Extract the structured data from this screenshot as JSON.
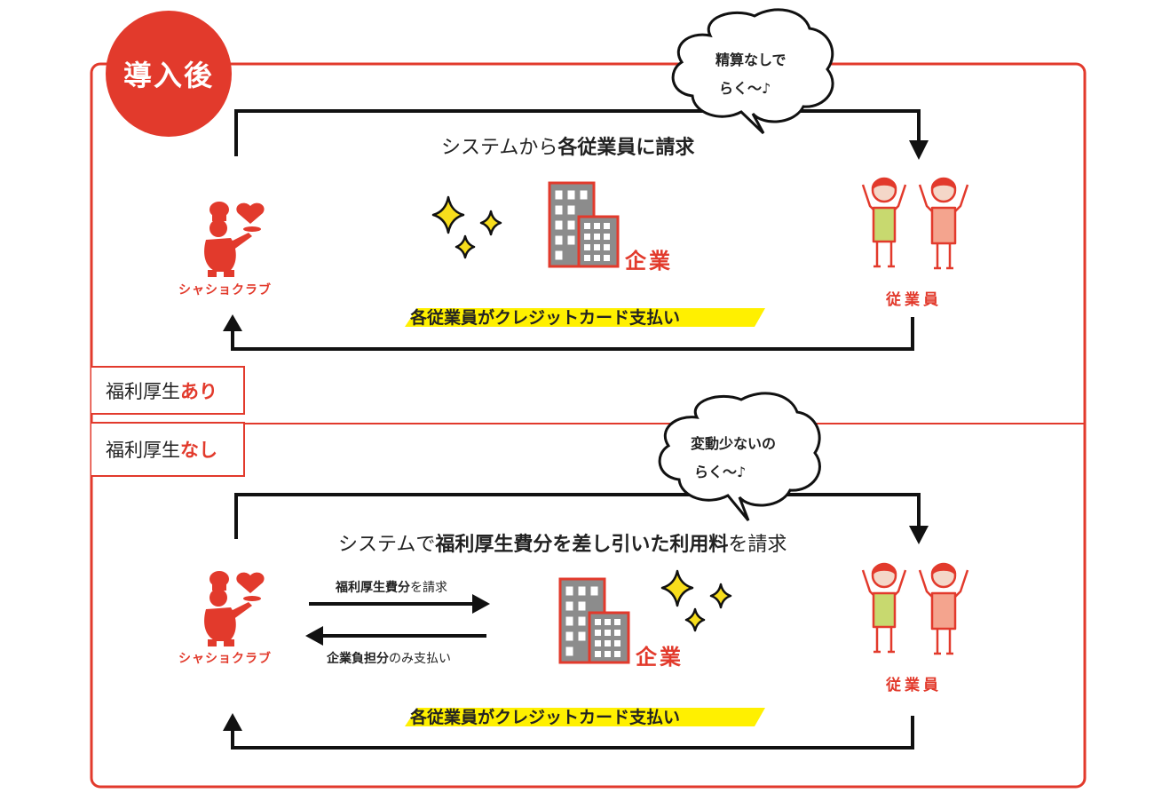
{
  "badge": "導入後",
  "sections": {
    "with_welfare": {
      "tab_prefix": "福利厚生",
      "tab_highlight": "あり",
      "bubble_line1": "精算なしで",
      "bubble_line2": "らく〜♪",
      "caption_plain": "システムから",
      "caption_bold": "各従業員に請求",
      "company_label": "企業",
      "employee_label": "従業員",
      "logo_text": "シャショクラブ",
      "payment_label": "各従業員がクレジットカード支払い"
    },
    "without_welfare": {
      "tab_prefix": "福利厚生",
      "tab_highlight": "なし",
      "bubble_line1": "変動少ないの",
      "bubble_line2": "らく〜♪",
      "caption_plain_1": "システムで",
      "caption_bold": "福利厚生費分を差し引いた利用料",
      "caption_plain_2": "を請求",
      "arrow_right_bold": "福利厚生費分",
      "arrow_right_plain": "を請求",
      "arrow_left_bold": "企業負担分",
      "arrow_left_plain": "のみ支払い",
      "company_label": "企業",
      "employee_label": "従業員",
      "logo_text": "シャショクラブ",
      "payment_label": "各従業員がクレジットカード支払い"
    }
  },
  "colors": {
    "accent_red": "#e23a2c",
    "highlight_yellow": "#fff000",
    "building_gray": "#8c8c8c",
    "employee_green": "#c8d96f",
    "employee_pink": "#f4a48e"
  },
  "icons": [
    "chef-heart-logo-icon",
    "building-icon",
    "sparkle-icon",
    "employees-cheering-icon",
    "speech-bubble-icon",
    "arrow-icon"
  ]
}
